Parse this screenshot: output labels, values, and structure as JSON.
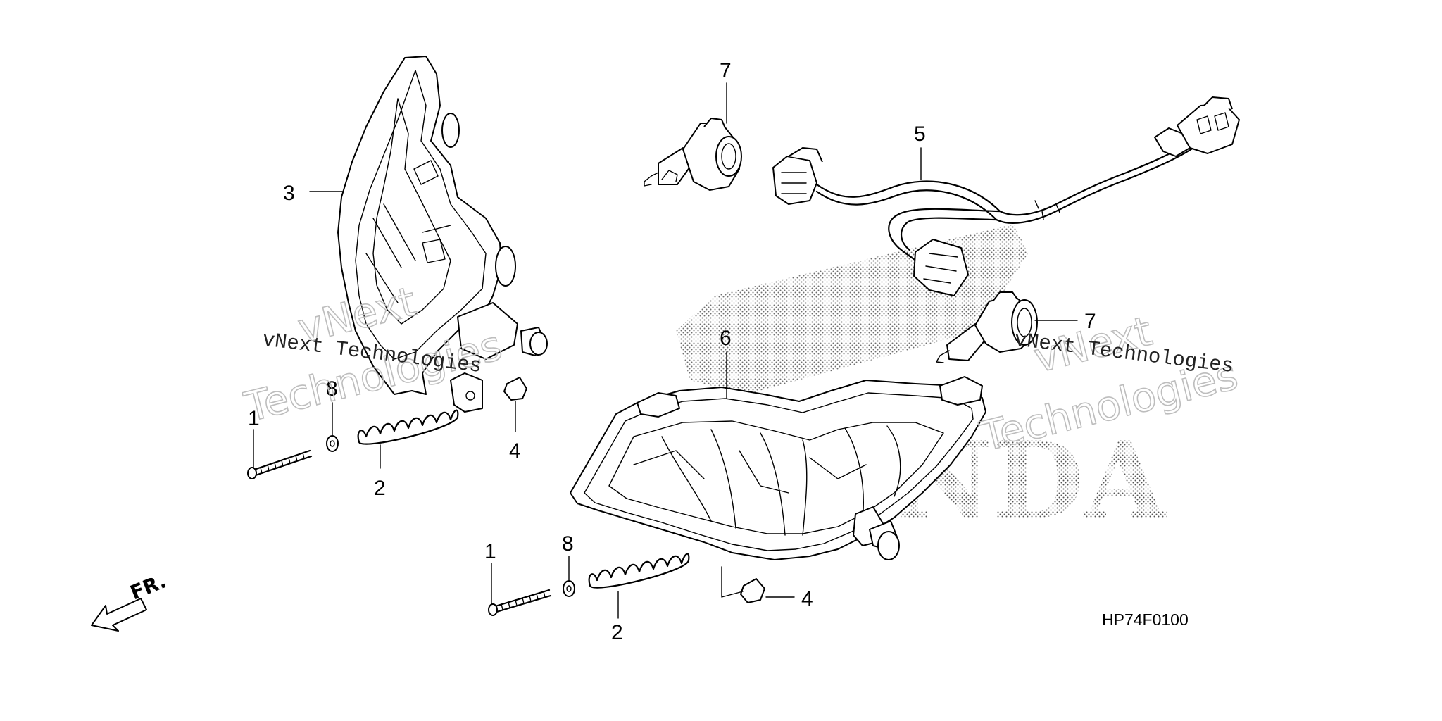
{
  "callouts": {
    "c1a": "1",
    "c1b": "1",
    "c2a": "2",
    "c2b": "2",
    "c3": "3",
    "c4a": "4",
    "c4b": "4",
    "c5": "5",
    "c6": "6",
    "c7a": "7",
    "c7b": "7",
    "c8a": "8",
    "c8b": "8"
  },
  "diagram_code": "HP74F0100",
  "front_indicator": "FR.",
  "watermark": {
    "line1": "vNext Technologies",
    "line2": "vNext Technologies",
    "outline_a1": "vNext",
    "outline_a2": "Technologies",
    "outline_b1": "vNext",
    "outline_b2": "Technologies"
  },
  "brand_ghost": "HONDA"
}
